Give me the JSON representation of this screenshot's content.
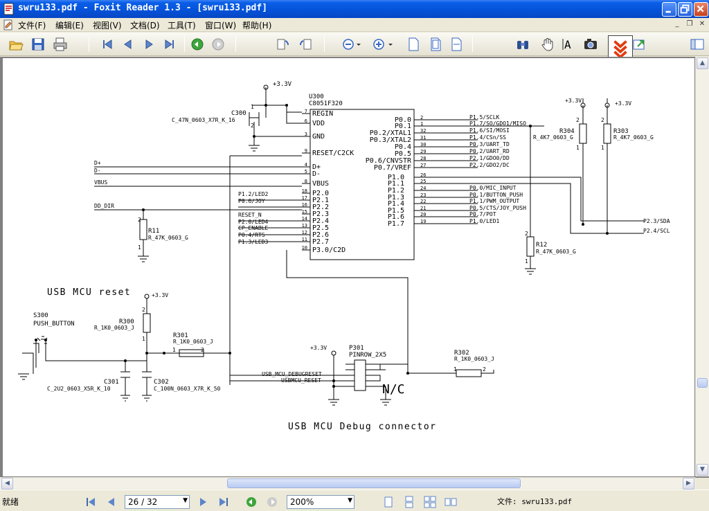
{
  "window": {
    "title": "swru133.pdf - Foxit Reader 1.3 - [swru133.pdf]"
  },
  "menu": {
    "items": [
      "文件(F)",
      "编辑(E)",
      "视图(V)",
      "文档(D)",
      "工具(T)",
      "窗口(W)",
      "帮助(H)"
    ]
  },
  "colors": {
    "titlebar": "#0552d8",
    "chrome": "#ece9d8",
    "page": "#ffffff",
    "doc_bg": "#808080"
  },
  "schematic": {
    "u300": {
      "ref": "U300",
      "part": "C8051F320"
    },
    "left_pins": [
      {
        "num": "7",
        "name": "REGIN"
      },
      {
        "num": "6",
        "name": "VDD"
      },
      {
        "num": "3",
        "name": "GND"
      },
      {
        "num": "9",
        "name": "RESET/C2CK"
      },
      {
        "num": "4",
        "name": "D+"
      },
      {
        "num": "5",
        "name": "D-"
      },
      {
        "num": "8",
        "name": "VBUS"
      },
      {
        "num": "18",
        "name": "P2.0"
      },
      {
        "num": "17",
        "name": "P2.1"
      },
      {
        "num": "16",
        "name": "P2.2"
      },
      {
        "num": "15",
        "name": "P2.3"
      },
      {
        "num": "14",
        "name": "P2.4"
      },
      {
        "num": "13",
        "name": "P2.5"
      },
      {
        "num": "12",
        "name": "P2.6"
      },
      {
        "num": "11",
        "name": "P2.7"
      },
      {
        "num": "10",
        "name": "P3.0/C2D"
      }
    ],
    "right_pins_top": [
      {
        "num": "2",
        "name": "P0.0",
        "net": "P1.5/SCLK"
      },
      {
        "num": "1",
        "name": "P0.1",
        "net": "P1.7/SO/GDO1/MISO"
      },
      {
        "num": "32",
        "name": "P0.2/XTAL1",
        "net": "P1.6/SI/MOSI"
      },
      {
        "num": "31",
        "name": "P0.3/XTAL2",
        "net": "P1.4/CSn/SS"
      },
      {
        "num": "30",
        "name": "P0.4",
        "net": "P0.3/UART_TD"
      },
      {
        "num": "29",
        "name": "P0.5",
        "net": "P0.2/UART_RD"
      },
      {
        "num": "28",
        "name": "P0.6/CNVSTR",
        "net": "P2.1/GDO0/DD"
      },
      {
        "num": "27",
        "name": "P0.7/VREF",
        "net": "P2.2/GDO2/DC"
      }
    ],
    "right_pins_bottom": [
      {
        "num": "26",
        "name": "P1.0",
        "net": ""
      },
      {
        "num": "25",
        "name": "P1.1",
        "net": ""
      },
      {
        "num": "24",
        "name": "P1.2",
        "net": "P0.0/MIC_INPUT"
      },
      {
        "num": "23",
        "name": "P1.3",
        "net": "P0.1/BUTTON_PUSH"
      },
      {
        "num": "22",
        "name": "P1.4",
        "net": "P1.1/PWM_OUTPUT"
      },
      {
        "num": "21",
        "name": "P1.5",
        "net": "P0.5/CTS/JOY_PUSH"
      },
      {
        "num": "20",
        "name": "P1.6",
        "net": "P0.7/POT"
      },
      {
        "num": "19",
        "name": "P1.7",
        "net": "P1.0/LED1"
      }
    ],
    "left_nets": [
      "P1.2/LED2",
      "P0.6/JOY",
      "RESET_N",
      "P2.0/LED4",
      "CP_ENABLE",
      "P0.4/RTS",
      "P1.3/LED3"
    ],
    "bus_nets": [
      "D+",
      "D-",
      "VBUS",
      "DD_DIR"
    ],
    "supply": "+3.3V",
    "c300": {
      "ref": "C300",
      "part": "C_47N_0603_X7R_K_16"
    },
    "r304": {
      "ref": "R304",
      "part": "R_4K7_0603_G"
    },
    "r303": {
      "ref": "R303",
      "part": "R_4K7_0603_G"
    },
    "r12": {
      "ref": "R12",
      "part": "R_47K_0603_G"
    },
    "r11": {
      "ref": "R11",
      "part": "R_47K_0603_G"
    },
    "r300": {
      "ref": "R300",
      "part": "R_1K0_0603_J"
    },
    "r301": {
      "ref": "R301",
      "part": "R_1K0_0603_J"
    },
    "r302": {
      "ref": "R302",
      "part": "R_1K0_0603_J"
    },
    "c301": {
      "ref": "C301",
      "part": "C_2U2_0603_X5R_K_10"
    },
    "c302": {
      "ref": "C302",
      "part": "C_100N_0603_X7R_K_50"
    },
    "s300": {
      "ref": "S300",
      "part": "PUSH_BUTTON"
    },
    "p301": {
      "ref": "P301",
      "part": "PINROW_2X5"
    },
    "sda": "P2.3/SDA",
    "scl": "P2.4/SCL",
    "debugreset": "USB_MCU_DEBUGRESET",
    "usbreset": "USBMCU_RESET",
    "nc": "N/C",
    "reset_title": "USB MCU reset",
    "debug_title": "USB MCU Debug connector"
  },
  "status": {
    "text": "就绪",
    "page_indicator": "26 / 32",
    "zoom": "200%",
    "file": "文件: swru133.pdf"
  }
}
